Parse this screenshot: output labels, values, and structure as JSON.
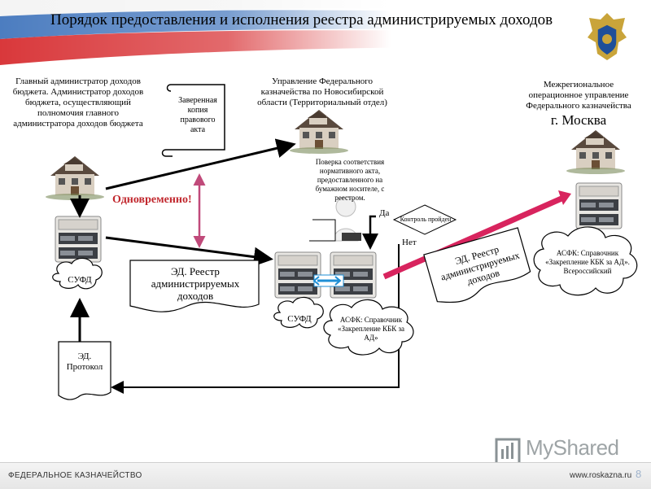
{
  "title": "Порядок предоставления и исполнения реестра администрируемых доходов",
  "left_office_label": "Главный администратор доходов бюджета. Администратор доходов бюджета, осуществляющий полномочия главного администратора доходов бюджета",
  "certified_copy_label": "Заверенная копия правового акта",
  "center_office_label": "Управление Федерального казначейства по Новосибирской области (Территориальный отдел)",
  "right_office_label": "Межрегиональное операционное управление Федерального казначейства",
  "right_office_city": "г. Москва",
  "simultaneously": "Одновременно!",
  "check_text": "Поверка соответствия нормативного акта, предоставленного на бумажном носителе, с реестром.",
  "control_passed": "Контроль пройден",
  "yes": "Да",
  "no": "Нет",
  "sufd_left": "СУФД",
  "sufd_center": "СУФД",
  "ed_registry_left": "ЭД. Реестр администрируемых доходов",
  "ed_registry_right": "ЭД. Реестр администрируемых доходов",
  "asfk_center": "АСФК: Справочник «Закрепление КБК за АД»",
  "asfk_right": "АСФК: Справочник «Закрепление КБК за АД». Всероссийский",
  "ed_protocol": "ЭД. Протокол",
  "footer_left": "ФЕДЕРАЛЬНОЕ КАЗНАЧЕЙСТВО",
  "footer_right": "www.roskazna.ru",
  "page_number": "8",
  "watermark": "MyShared",
  "colors": {
    "accent_red": "#c1272d",
    "arrow_pink": "#d8245e",
    "connector_blue": "#1e8fd6",
    "sync_arrow": "#c04a7a"
  }
}
